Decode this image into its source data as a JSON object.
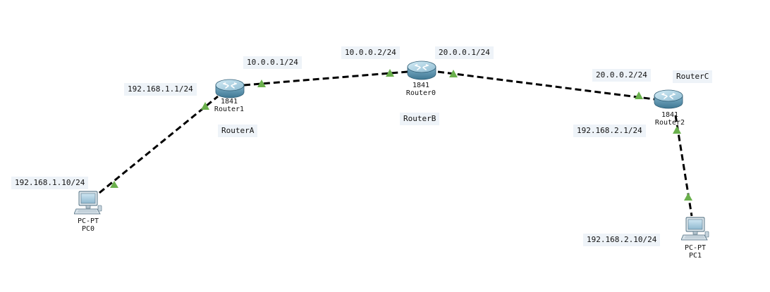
{
  "notes": {
    "pc0_ip": "192.168.1.10/24",
    "r1_lan_ip": "192.168.1.1/24",
    "r1_wan_ip": "10.0.0.1/24",
    "r0_left_ip": "10.0.0.2/24",
    "r0_right_ip": "20.0.0.1/24",
    "r2_wan_ip": "20.0.0.2/24",
    "r2_lan_ip": "192.168.2.1/24",
    "pc1_ip": "192.168.2.10/24",
    "router_a": "RouterA",
    "router_b": "RouterB",
    "router_c": "RouterC"
  },
  "devices": {
    "router1": {
      "model": "1841",
      "name": "Router1"
    },
    "router0": {
      "model": "1841",
      "name": "Router0"
    },
    "router2": {
      "model": "1841",
      "name": "Router2"
    },
    "pc0": {
      "model": "PC-PT",
      "name": "PC0"
    },
    "pc1": {
      "model": "PC-PT",
      "name": "PC1"
    }
  },
  "colors": {
    "link": "#000000",
    "link_status_up": "#6ab04c",
    "router_body": "#5e93ad",
    "router_top": "#a9cfe0",
    "note_bg": "#eef3f8"
  },
  "links": [
    {
      "from": "pc0",
      "to": "router1",
      "style": "dashed",
      "status": "up"
    },
    {
      "from": "router1",
      "to": "router0",
      "style": "dashed",
      "status": "up"
    },
    {
      "from": "router0",
      "to": "router2",
      "style": "dashed",
      "status": "up"
    },
    {
      "from": "router2",
      "to": "pc1",
      "style": "dashed",
      "status": "up"
    }
  ]
}
